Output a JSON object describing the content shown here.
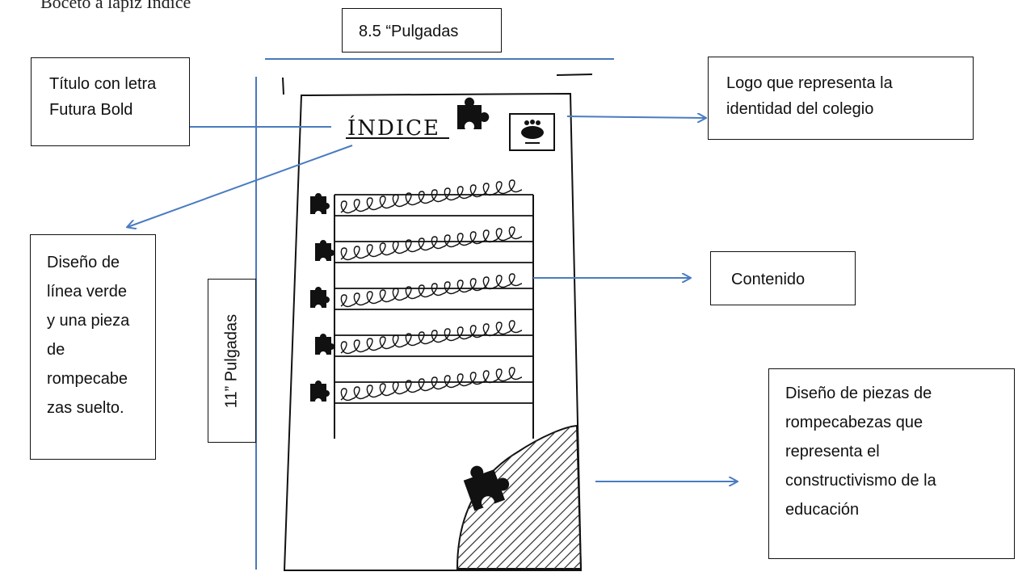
{
  "heading": "Boceto a lápiz Índice",
  "dimensions": {
    "width_label": "8.5 “Pulgadas",
    "height_label": "11” Pulgadas"
  },
  "sketch": {
    "title": "ÍNDICE",
    "rows": 5
  },
  "callouts": {
    "title_font": [
      "Título con letra",
      "Futura Bold"
    ],
    "logo": [
      "Logo que representa la",
      "identidad del colegio"
    ],
    "line_design": [
      "Diseño de",
      "línea verde",
      "y una pieza",
      "de",
      "rompecabe",
      "zas suelto."
    ],
    "content": [
      "Contenido"
    ],
    "puzzle_design": [
      "Diseño de piezas de",
      "rompecabezas que",
      "representa el",
      "constructivismo de la",
      "educación"
    ]
  },
  "colors": {
    "arrow": "#4a7cc0",
    "dimension_line": "#4a78b8",
    "pencil": "#111111"
  }
}
